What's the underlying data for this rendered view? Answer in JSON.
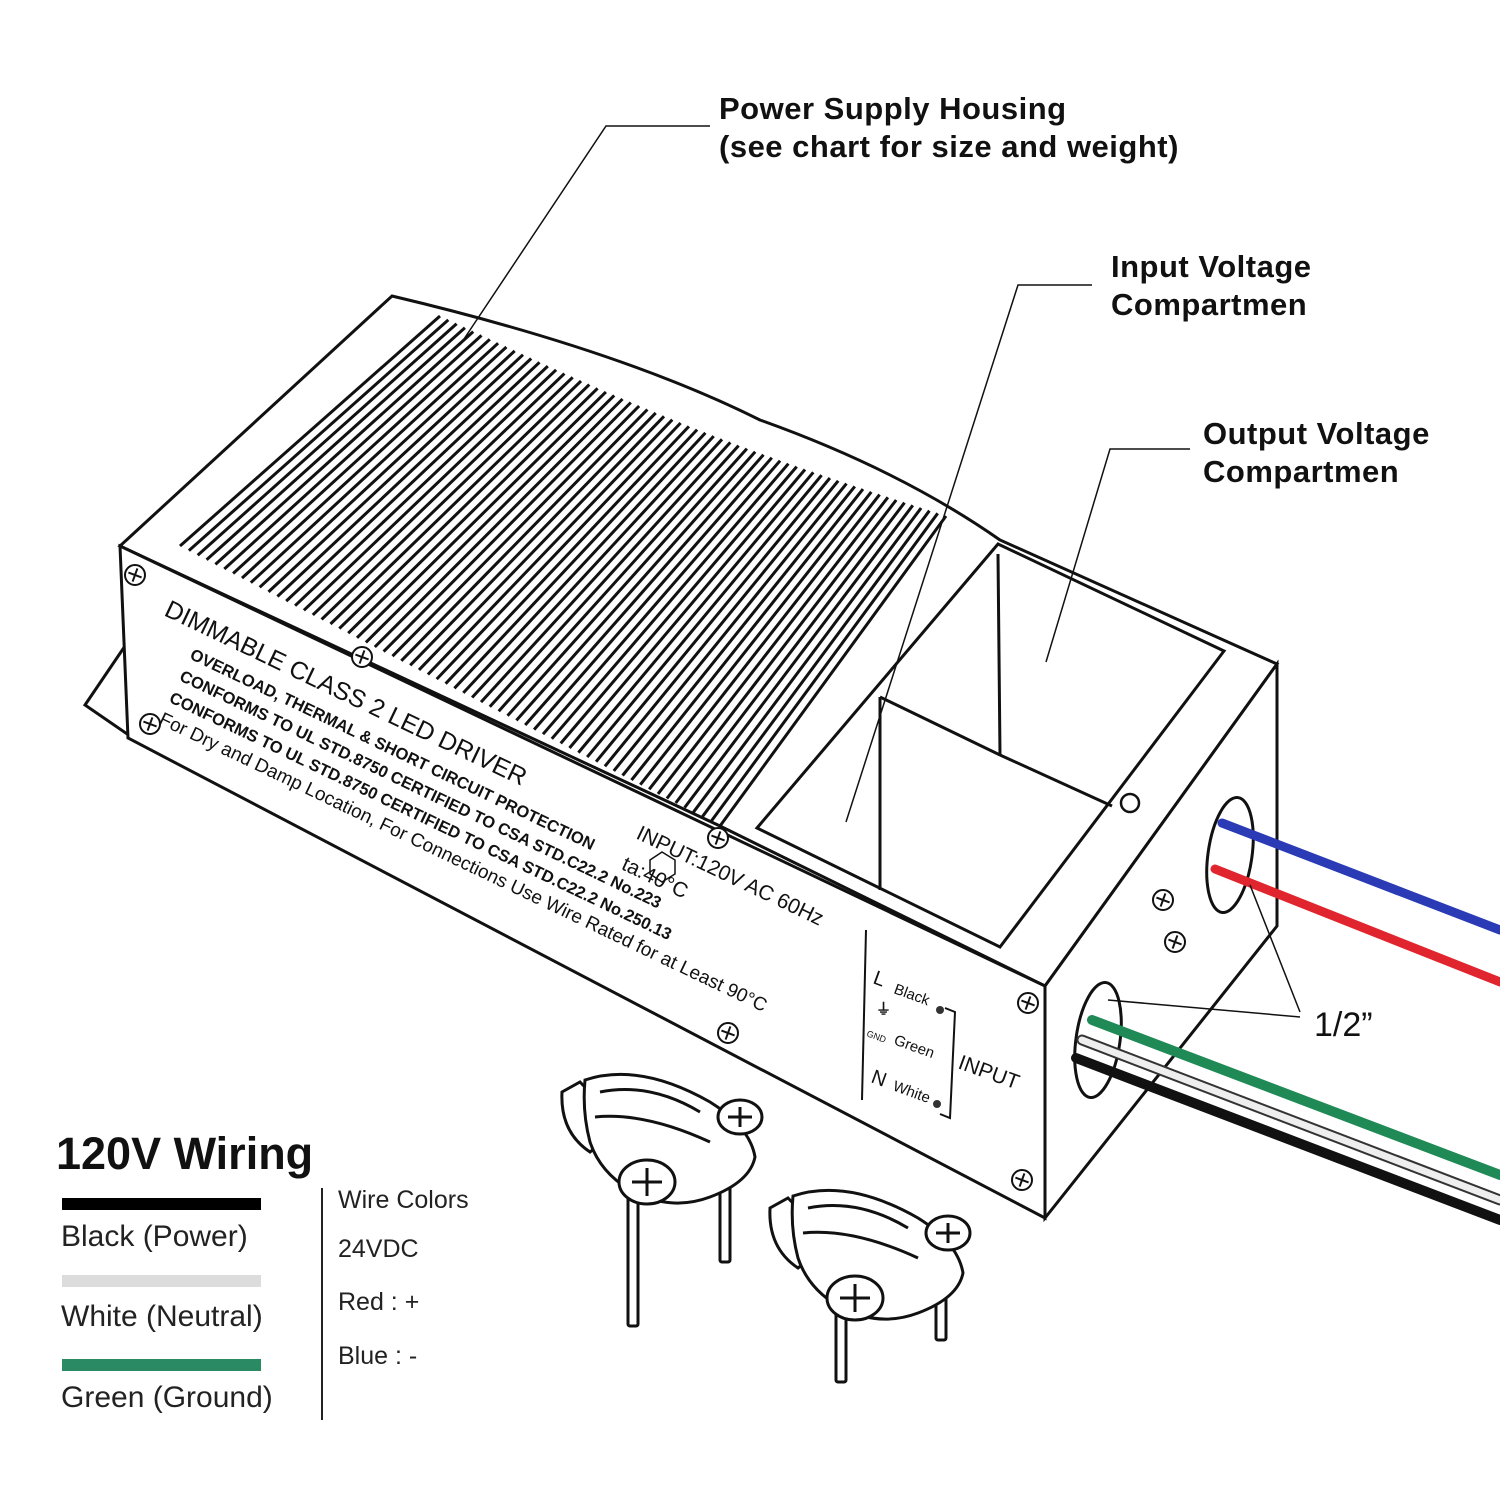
{
  "callouts": {
    "housing": [
      "Power Supply Housing",
      "(see chart for size and weight)"
    ],
    "input_compartment": [
      "Input Voltage",
      "Compartmen"
    ],
    "output_compartment": [
      "Output Voltage",
      "Compartmen"
    ],
    "knockout_size": "1/2”"
  },
  "device_label": {
    "title": "DIMMABLE CLASS 2 LED DRIVER",
    "lines": [
      "OVERLOAD, THERMAL & SHORT CIRCUIT PROTECTION",
      "CONFORMS TO UL STD.8750 CERTIFIED TO CSA STD.C22.2 No.223",
      "CONFORMS TO UL STD.8750 CERTIFIED TO CSA STD.C22.2 No.250.13",
      "For Dry and Damp Location, For Connections Use Wire Rated for at Least 90°C"
    ],
    "input_rating": "INPUT:120V AC 60Hz",
    "ambient_temp": "ta:40°C"
  },
  "terminal_block": {
    "rows": [
      {
        "letter": "L",
        "wire": "Black"
      },
      {
        "letter": "GND",
        "wire": "Green"
      },
      {
        "letter": "N",
        "wire": "White"
      }
    ],
    "label": "INPUT"
  },
  "legend": {
    "title": "120V Wiring",
    "items": [
      {
        "label": "Black (Power)",
        "color": "#000000"
      },
      {
        "label": "White (Neutral)",
        "color": "#dcdcdc"
      },
      {
        "label": "Green (Ground)",
        "color": "#2a8a64"
      }
    ]
  },
  "wire_colors": {
    "heading": "Wire Colors",
    "voltage": "24VDC",
    "positive": "Red : +",
    "negative": "Blue : -"
  },
  "colors": {
    "output_wire_positive": "#e0252f",
    "output_wire_negative": "#2a3bb5",
    "input_wire_ground": "#1f8a55",
    "input_wire_neutral": "#eeeeee",
    "input_wire_power": "#111111"
  }
}
